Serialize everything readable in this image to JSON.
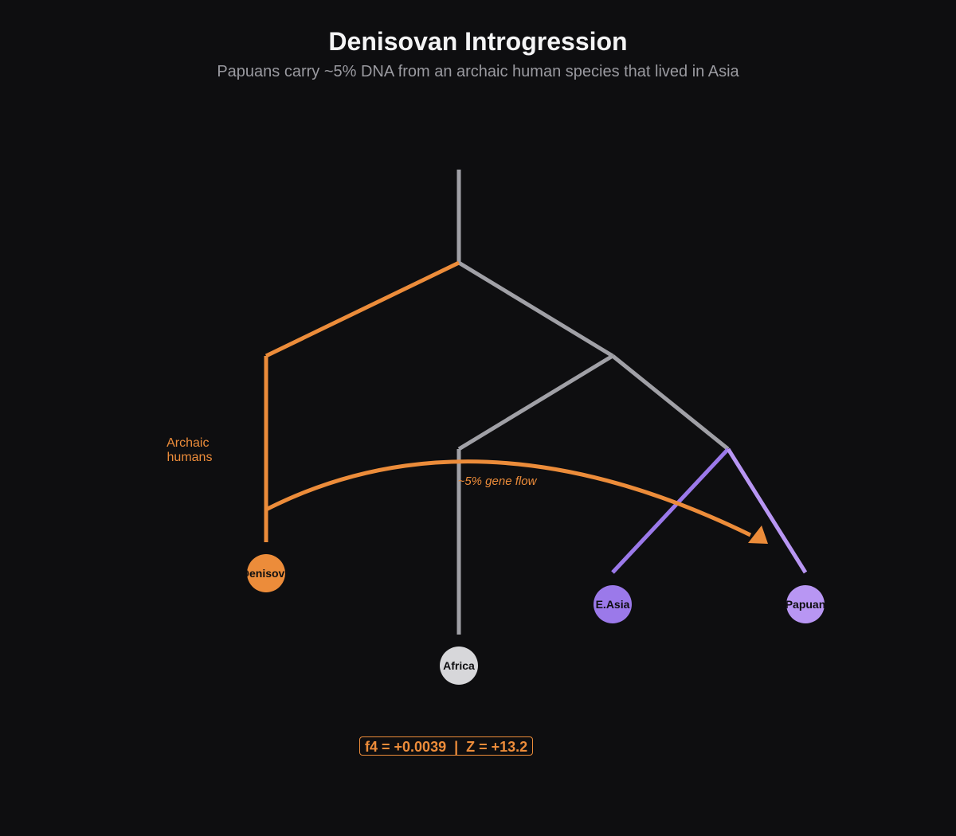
{
  "title": "Denisovan Introgression",
  "subtitle": "Papuans carry ~5% DNA from an archaic human species that lived in Asia",
  "colors": {
    "background": "#0e0e10",
    "archaic": "#ec8c3a",
    "modern": "#a0a0a6",
    "east_asia": "#9b79ea",
    "papuan": "#b896f3",
    "africa": "#d7d7da"
  },
  "clade_label": {
    "line1": "Archaic",
    "line2": "humans"
  },
  "gene_flow_label": "~5% gene flow",
  "nodes": {
    "denisova": "Denisova",
    "africa": "Africa",
    "east_asia": "E.Asia",
    "papuan": "Papuan"
  },
  "statistic": "f4 = +0.0039  |  Z = +13.2"
}
